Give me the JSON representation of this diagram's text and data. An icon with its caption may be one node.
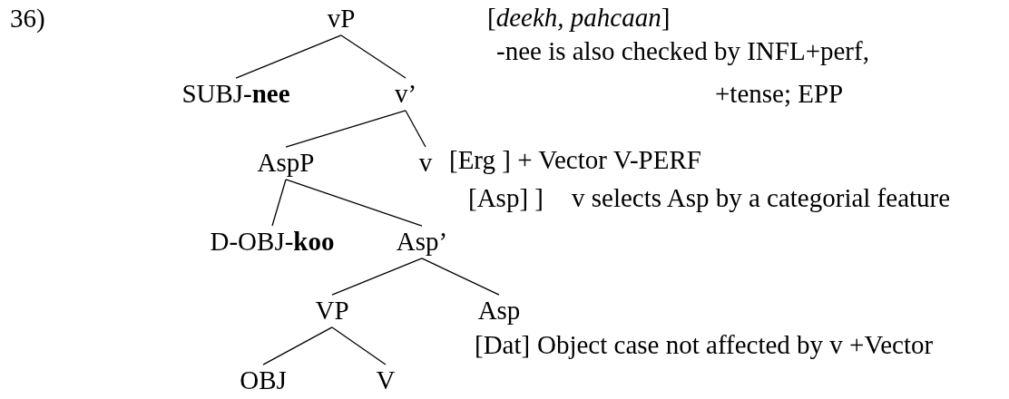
{
  "diagram": {
    "nodes": [
      {
        "text": [
          "vP"
        ]
      },
      {
        "text": [
          "SUBJ-**nee**"
        ]
      },
      {
        "text": [
          "v’"
        ]
      },
      {
        "text": [
          "AspP"
        ]
      },
      {
        "text": [
          "v"
        ]
      },
      {
        "text": [
          "D-OBJ-**koo**"
        ]
      },
      {
        "text": [
          "Asp’"
        ]
      },
      {
        "text": [
          "VP"
        ]
      },
      {
        "text": [
          "Asp"
        ]
      },
      {
        "text": [
          "OBJ"
        ]
      },
      {
        "text": [
          "V"
        ]
      }
    ],
    "edges": [
      {
        "from": 0,
        "to": 1,
        "arrow": "none"
      },
      {
        "from": 0,
        "to": 2,
        "arrow": "none"
      },
      {
        "from": 2,
        "to": 3,
        "arrow": "none"
      },
      {
        "from": 2,
        "to": 4,
        "arrow": "none"
      },
      {
        "from": 3,
        "to": 5,
        "arrow": "none"
      },
      {
        "from": 3,
        "to": 6,
        "arrow": "none"
      },
      {
        "from": 6,
        "to": 7,
        "arrow": "none"
      },
      {
        "from": 6,
        "to": 8,
        "arrow": "none"
      },
      {
        "from": 7,
        "to": 9,
        "arrow": "none"
      },
      {
        "from": 7,
        "to": 10,
        "arrow": "none"
      }
    ],
    "labels": [
      "36)",
      "[*deekh, pahcaan*]",
      "-nee is also checked by INFL+perf,",
      "+tense; EPP",
      "[Erg ] + Vector V-PERF",
      "[Asp] ]",
      "v selects Asp by a categorial feature",
      "[Dat]",
      "Object case not affected by v +Vector"
    ]
  }
}
